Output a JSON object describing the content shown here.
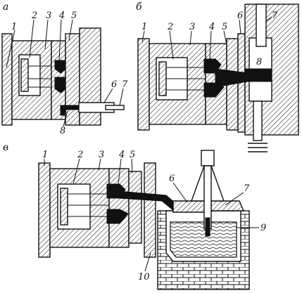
{
  "panels": [
    {
      "letter": "а",
      "numbers": [
        "1",
        "2",
        "3",
        "4",
        "5",
        "6",
        "7",
        "8"
      ]
    },
    {
      "letter": "б",
      "numbers": [
        "1",
        "2",
        "3",
        "4",
        "5",
        "6",
        "7",
        "8"
      ]
    },
    {
      "letter": "в",
      "numbers": [
        "1",
        "2",
        "3",
        "4",
        "5",
        "6",
        "7",
        "9",
        "10"
      ]
    }
  ]
}
